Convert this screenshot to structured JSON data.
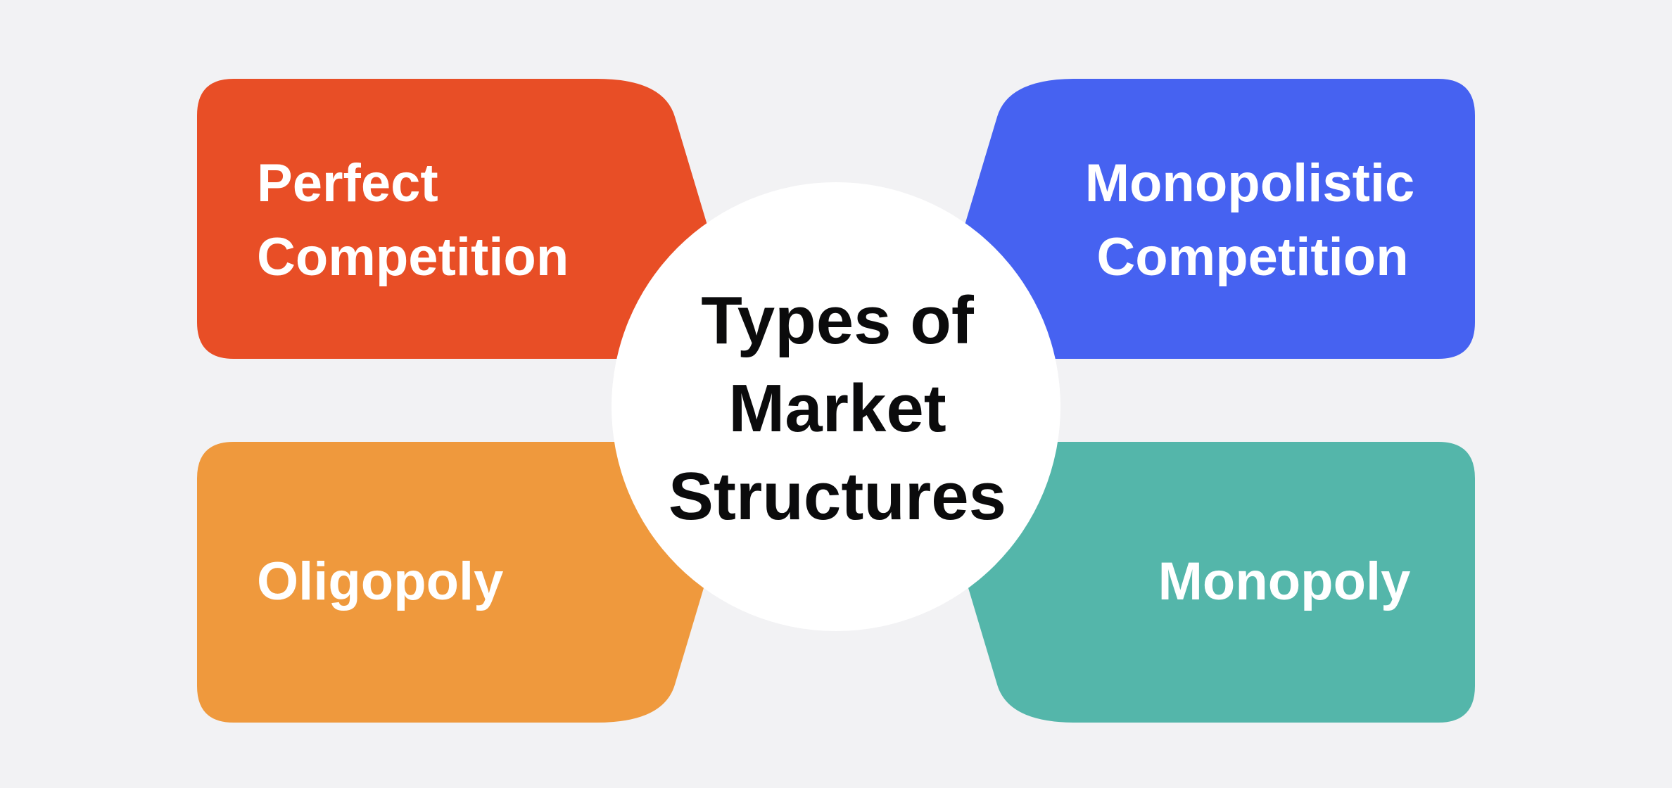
{
  "page": {
    "title": "Types of Market Structures",
    "background_color": "#F2F2F4"
  },
  "center": {
    "shape": "circle",
    "fill_color": "#FFFFFF",
    "text_color": "#0B0B0C",
    "lines": [
      "Types of",
      "Market",
      "Structures"
    ]
  },
  "boxes": [
    {
      "id": "perfect-competition",
      "position": "top-left",
      "fill_color": "#E84E26",
      "text_color": "#FFFFFF",
      "lines": [
        "Perfect",
        "Competition"
      ]
    },
    {
      "id": "monopolistic-competition",
      "position": "top-right",
      "fill_color": "#4662F1",
      "text_color": "#FFFFFF",
      "lines": [
        "Monopolistic",
        "Competition"
      ]
    },
    {
      "id": "oligopoly",
      "position": "bottom-left",
      "fill_color": "#EF993D",
      "text_color": "#FFFFFF",
      "lines": [
        "Oligopoly"
      ]
    },
    {
      "id": "monopoly",
      "position": "bottom-right",
      "fill_color": "#54B6AA",
      "text_color": "#FFFFFF",
      "lines": [
        "Monopoly"
      ]
    }
  ]
}
